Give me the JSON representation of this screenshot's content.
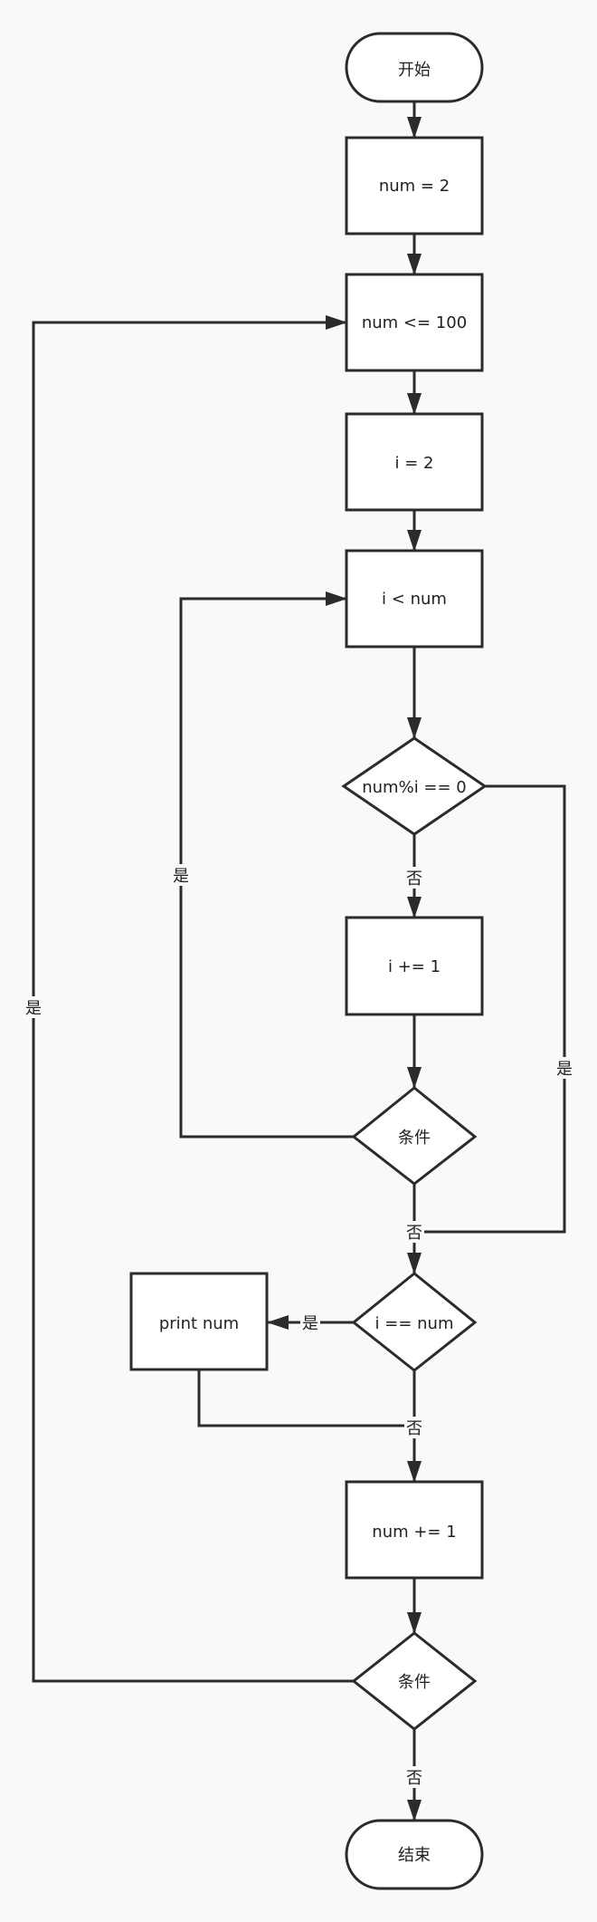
{
  "colors": {
    "background": "#f9f9f9",
    "stroke": "#2b2b2b",
    "shape_fill": "#ffffff",
    "text": "#222222"
  },
  "nodes": {
    "start": "开始",
    "init_num": "num = 2",
    "outer_cond": "num <= 100",
    "init_i": "i = 2",
    "inner_cond": "i < num",
    "mod_check": "num%i == 0",
    "inc_i": "i += 1",
    "inner_loop_check": "条件",
    "prime_check": "i == num",
    "print": "print num",
    "inc_num": "num += 1",
    "outer_loop_check": "条件",
    "end": "结束"
  },
  "edges": {
    "mod_no": "否",
    "mod_yes": "是",
    "inner_loop_yes": "是",
    "inner_loop_no": "否",
    "prime_yes": "是",
    "prime_no": "否",
    "outer_loop_yes": "是",
    "outer_loop_no": "否"
  }
}
